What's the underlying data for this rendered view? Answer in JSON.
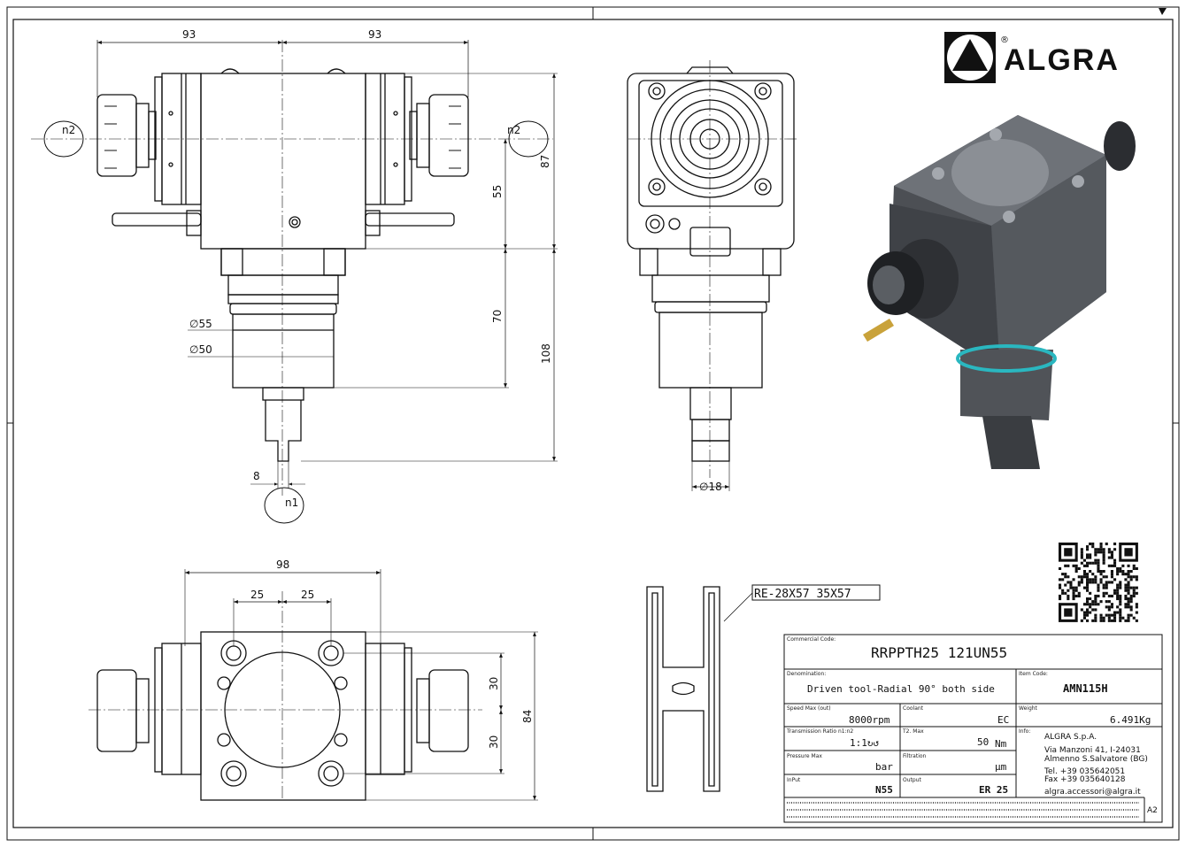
{
  "brand": {
    "name": "ALGRA",
    "registered": "®"
  },
  "dims": {
    "top_left_93": "93",
    "top_right_93": "93",
    "h87": "87",
    "h55": "55",
    "h70": "70",
    "h108": "108",
    "dia55": "∅55",
    "dia50": "∅50",
    "w8": "8",
    "dia18": "∅18",
    "w98": "98",
    "w25a": "25",
    "w25b": "25",
    "h30a": "30",
    "h30b": "30",
    "h84": "84"
  },
  "rotations": {
    "n2_left": "n2",
    "n2_right": "n2",
    "n1": "n1"
  },
  "tool_tag": "RE-28X57_35X57",
  "title_block": {
    "commercial_code_label": "Commercial Code:",
    "commercial_code": "RRPPTH25 121UN55",
    "denomination_label": "Denomination:",
    "denomination": "Driven tool-Radial 90° both side",
    "item_code_label": "Item Code:",
    "item_code": "AMN115H",
    "speed_label": "Speed Max (out)",
    "speed": "8000rpm",
    "coolant_label": "Coolant",
    "coolant": "EC",
    "weight_label": "Weight",
    "weight": "6.491Kg",
    "ratio_label": "Transmission Ratio n1:n2",
    "ratio": "1:1↻↺",
    "torque_label": "T2. Max",
    "torque_value": "50",
    "torque_unit": "Nm",
    "pressure_label": "Pressure Max",
    "pressure": "bar",
    "filtration_label": "Filtration",
    "filtration": "µm",
    "input_label": "InPut",
    "input": "N55",
    "output_label": "Output",
    "output": "ER 25",
    "info_label": "Info:",
    "company": "ALGRA S.p.A.",
    "address1": "Via Manzoni 41, I-24031",
    "address2": "Almenno S.Salvatore (BG)",
    "tel": "Tel. +39 035642051",
    "fax": "Fax +39 035640128",
    "email": "algra.accessori@algra.it",
    "sheet_size": "A2"
  }
}
